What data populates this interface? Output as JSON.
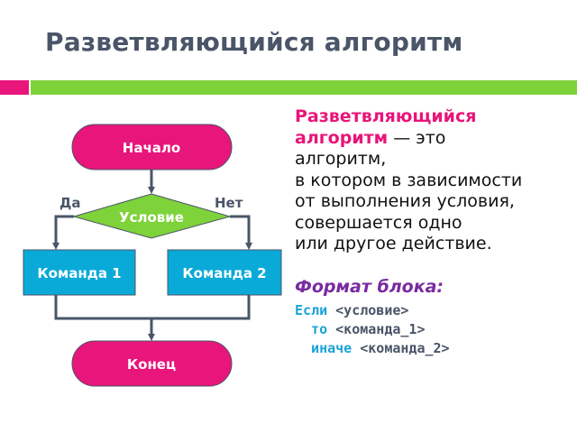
{
  "title": "Разветвляющийся алгоритм",
  "colors": {
    "pink": "#e8157a",
    "green": "#7ed23a",
    "blue": "#0aaad8",
    "line": "#4a5568",
    "purple": "#7a2aa0"
  },
  "description": {
    "term_line1": "Разветвляющийся",
    "term_line2": "алгоритм",
    "dash_text": " — это",
    "lines": [
      "алгоритм,",
      "в котором в зависимости",
      "от выполнения условия,",
      "совершается одно",
      "или другое действие."
    ]
  },
  "format": {
    "title": "Формат блока:",
    "if_kw": "Если",
    "if_arg": " <условие>",
    "then_kw": "  то",
    "then_arg": " <команда_1>",
    "else_kw": "  иначе",
    "else_arg": " <команда_2>"
  },
  "flowchart": {
    "start": "Начало",
    "condition": "Условие",
    "yes": "Да",
    "no": "Нет",
    "command1": "Команда 1",
    "command2": "Команда 2",
    "end": "Конец"
  }
}
